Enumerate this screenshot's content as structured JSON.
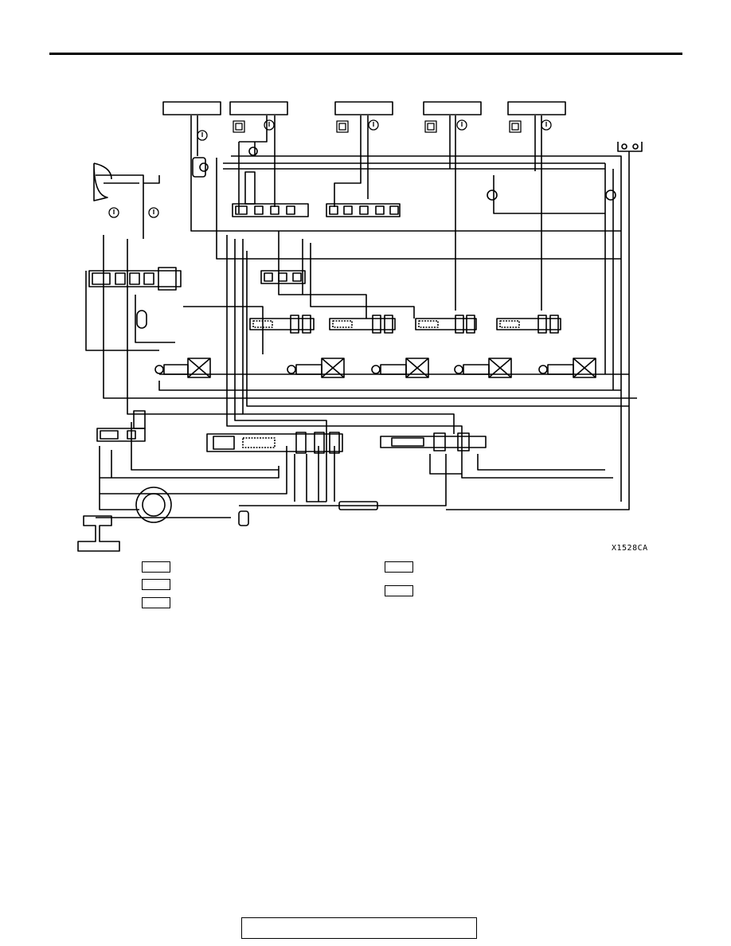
{
  "figure_id": "X1528CA",
  "header_boxes": [
    "",
    "",
    "",
    "",
    ""
  ],
  "legend": [
    {
      "id": "legend-1",
      "label": ""
    },
    {
      "id": "legend-2",
      "label": ""
    },
    {
      "id": "legend-3",
      "label": ""
    },
    {
      "id": "legend-4",
      "label": ""
    },
    {
      "id": "legend-5",
      "label": ""
    }
  ],
  "footer_text": ""
}
